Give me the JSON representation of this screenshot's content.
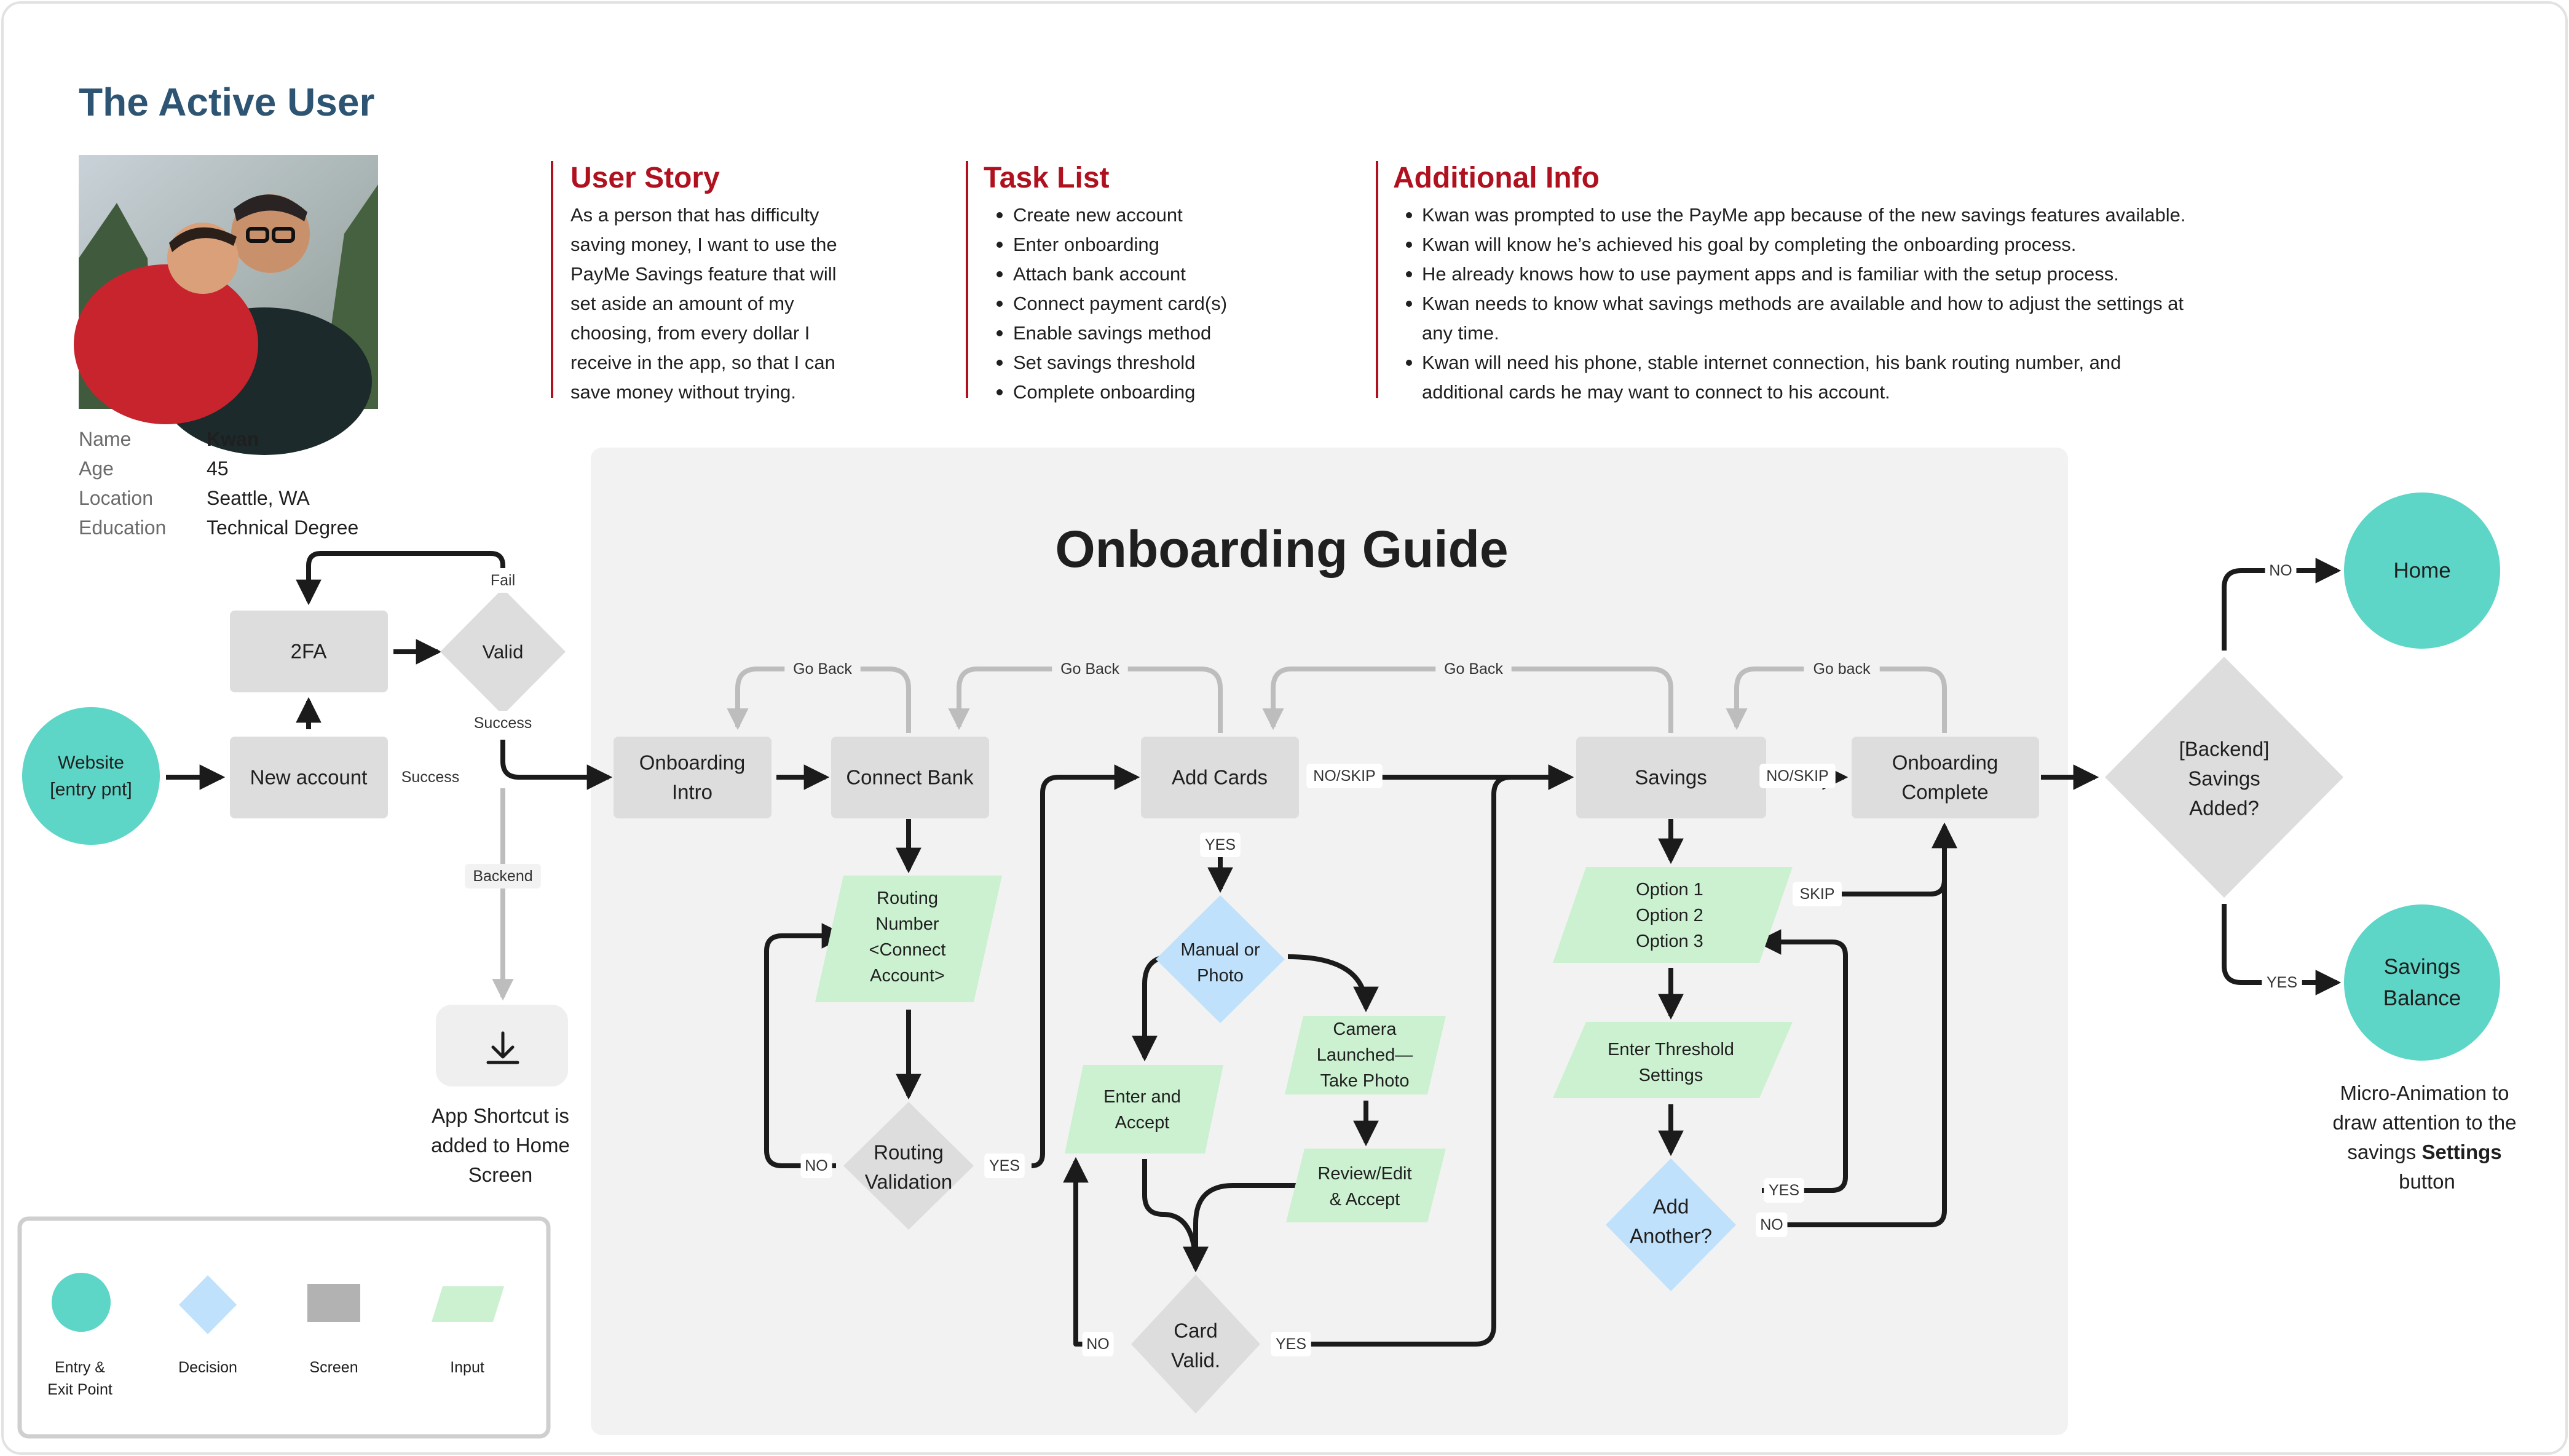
{
  "persona": {
    "section_title": "The Active User",
    "fields": [
      {
        "label": "Name",
        "value": "Kwan"
      },
      {
        "label": "Age",
        "value": "45"
      },
      {
        "label": "Location",
        "value": "Seattle, WA"
      },
      {
        "label": "Education",
        "value": "Technical Degree"
      }
    ]
  },
  "user_story": {
    "heading": "User Story",
    "lines": [
      "As a person that has difficulty",
      "saving money, I want to use the",
      "PayMe Savings feature that will",
      "set aside an amount of my",
      "choosing, from every dollar I",
      "receive in the app, so that I can",
      "save money without trying."
    ]
  },
  "task_list": {
    "heading": "Task List",
    "items": [
      "Create new account",
      "Enter onboarding",
      "Attach bank account",
      "Connect payment card(s)",
      "Enable savings method",
      "Set savings threshold",
      "Complete onboarding"
    ]
  },
  "additional_info": {
    "heading": "Additional Info",
    "items": [
      [
        "Kwan was prompted to use the PayMe app because of the new savings features available."
      ],
      [
        "Kwan will know he’s achieved his goal by completing the onboarding process."
      ],
      [
        "He already knows how to use payment apps and is familiar with the setup process."
      ],
      [
        "Kwan needs to know what savings methods are available and how to adjust the settings at",
        "any time."
      ],
      [
        "Kwan will need his phone, stable internet connection, his bank routing number, and",
        "additional cards he may want to connect to his account."
      ]
    ]
  },
  "onboarding_title": "Onboarding Guide",
  "nodes": {
    "website": [
      "Website",
      "[entry pnt]"
    ],
    "new_account": [
      "New account"
    ],
    "twofa": [
      "2FA"
    ],
    "valid": [
      "Valid"
    ],
    "onboarding_intro": [
      "Onboarding",
      "Intro"
    ],
    "connect_bank": [
      "Connect Bank"
    ],
    "routing_number": [
      "Routing",
      "Number",
      "<Connect",
      "Account>"
    ],
    "routing_validation": [
      "Routing",
      "Validation"
    ],
    "add_cards": [
      "Add Cards"
    ],
    "manual_photo": [
      "Manual or",
      "Photo"
    ],
    "enter_accept": [
      "Enter and",
      "Accept"
    ],
    "camera": [
      "Camera",
      "Launched—",
      "Take Photo"
    ],
    "review": [
      "Review/Edit",
      "& Accept"
    ],
    "card_valid": [
      "Card",
      "Valid."
    ],
    "savings": [
      "Savings"
    ],
    "options": [
      "Option 1",
      "Option 2",
      "Option 3"
    ],
    "threshold": [
      "Enter Threshold",
      "Settings"
    ],
    "add_another": [
      "Add",
      "Another?"
    ],
    "onboarding_complete": [
      "Onboarding",
      "Complete"
    ],
    "backend_decision": [
      "[Backend]",
      "Savings",
      "Added?"
    ],
    "home": [
      "Home"
    ],
    "savings_balance": [
      "Savings",
      "Balance"
    ]
  },
  "edge_labels": {
    "fail": "Fail",
    "success_valid": "Success",
    "success_new": "Success",
    "backend": "Backend",
    "go_back_1": "Go Back",
    "go_back_2": "Go Back",
    "go_back_3": "Go Back",
    "go_back_4": "Go back",
    "no_skip_cards": "NO/SKIP",
    "no_skip_savings": "NO/SKIP",
    "yes_cards": "YES",
    "no_routing": "NO",
    "yes_routing": "YES",
    "no_card": "NO",
    "yes_card": "YES",
    "skip_options": "SKIP",
    "yes_add": "YES",
    "no_add": "NO",
    "no_home": "NO",
    "yes_balance": "YES"
  },
  "shortcut_note": [
    "App Shortcut is",
    "added to Home",
    "Screen"
  ],
  "micro_note": {
    "lines_before": [
      "Micro-Animation to",
      "draw attention to the"
    ],
    "prefix": "savings ",
    "bold": "Settings",
    "last": "button"
  },
  "legend": {
    "entry": [
      "Entry &",
      "Exit Point"
    ],
    "decision": "Decision",
    "screen": "Screen",
    "input": "Input"
  },
  "icons": {
    "shortcut": "download-arrow-icon",
    "photo": "person-photo"
  },
  "colors": {
    "entry_fill": "#5dd6c7",
    "decision_fill": "#bfe1fb",
    "input_fill": "#cbf1d0",
    "screen_fill": "#dddddd",
    "heading_red": "#b0111f",
    "title_blue": "#2d5573",
    "panel_fill": "#f2f2f2"
  }
}
